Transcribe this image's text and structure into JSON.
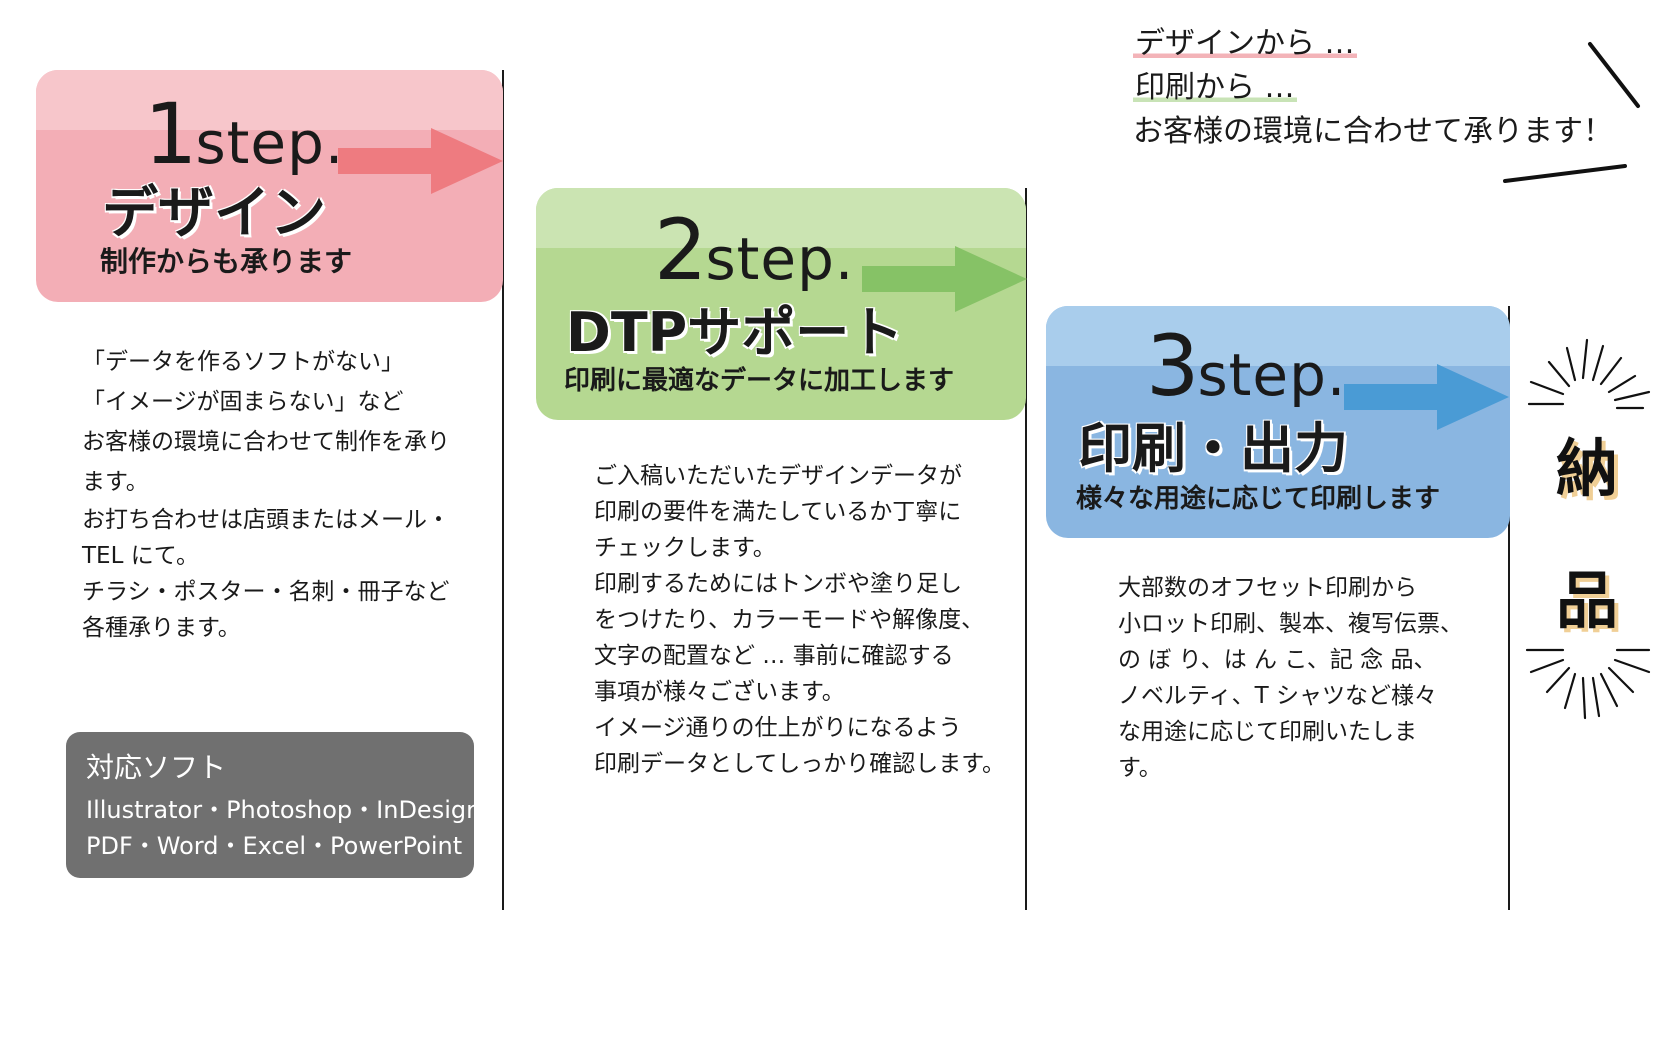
{
  "tagline": {
    "line1": "デザインから …",
    "line2": "印刷から …",
    "line3": "お客様の環境に合わせて承ります！"
  },
  "steps": [
    {
      "num": "1",
      "word": "step.",
      "title": "デザイン",
      "subtitle": "制作からも承ります",
      "desc": [
        "「データを作るソフトがない」",
        "「イメージが固まらない」など",
        "お客様の環境に合わせて制作を承り",
        "ます。",
        "お打ち合わせは店頭またはメール・",
        "TEL にて。",
        "チラシ・ポスター・名刺・冊子など",
        "各種承ります。"
      ],
      "colors": {
        "main": "#f3aeb6",
        "band": "#f7c6cb",
        "arrow": "#ee7b80"
      }
    },
    {
      "num": "2",
      "word": "step.",
      "title": "DTPサポート",
      "subtitle": "印刷に最適なデータに加工します",
      "desc": [
        "ご入稿いただいたデザインデータが",
        "印刷の要件を満たしているか丁寧に",
        "チェックします。",
        "印刷するためにはトンボや塗り足し",
        "をつけたり、カラーモードや解像度、",
        "文字の配置など … 事前に確認する",
        "事項が様々ございます。",
        "イメージ通りの仕上がりになるよう",
        "印刷データとしてしっかり確認します。"
      ],
      "colors": {
        "main": "#b5d891",
        "band": "#cbe4b2",
        "arrow": "#86c266"
      }
    },
    {
      "num": "3",
      "word": "step.",
      "title": "印刷・出力",
      "subtitle": "様々な用途に応じて印刷します",
      "desc": [
        "大部数のオフセット印刷から",
        "小ロット印刷、製本、複写伝票、",
        "の ぼ り、は ん こ、記 念 品、",
        "ノベルティ、T シャツなど様々",
        "な用途に応じて印刷いたしま",
        "す。"
      ],
      "colors": {
        "main": "#8ab6e1",
        "band": "#a9cdec",
        "arrow": "#4a9bd5"
      }
    }
  ],
  "software": {
    "title": "対応ソフト",
    "line1": "Illustrator・Photoshop・InDesign",
    "line2": "PDF・Word・Excel・PowerPoint"
  },
  "delivery": {
    "char1": "納",
    "char2": "品",
    "accent": "#f0cf96"
  }
}
